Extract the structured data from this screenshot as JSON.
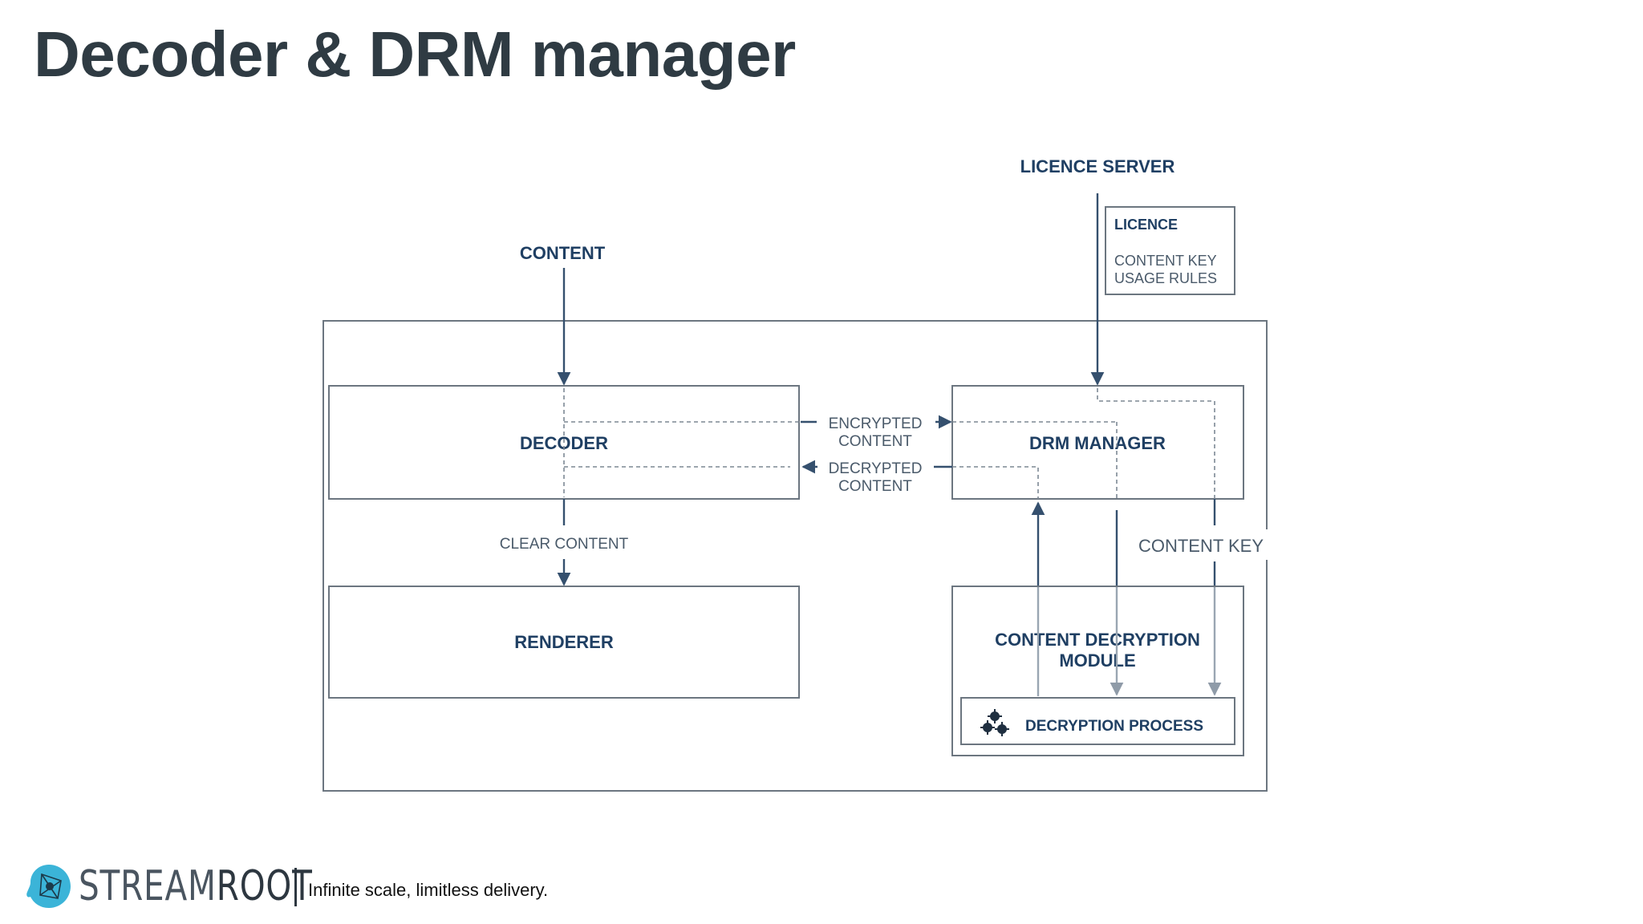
{
  "title": "Decoder & DRM manager",
  "diagram": {
    "content_label": "CONTENT",
    "licence_server_label": "LICENCE SERVER",
    "licence_box": {
      "heading": "LICENCE",
      "line1": "CONTENT KEY",
      "line2": "USAGE RULES"
    },
    "decoder_label": "DECODER",
    "drm_manager_label": "DRM MANAGER",
    "encrypted_line1": "ENCRYPTED",
    "encrypted_line2": "CONTENT",
    "decrypted_line1": "DECRYPTED",
    "decrypted_line2": "CONTENT",
    "clear_content_label": "CLEAR CONTENT",
    "renderer_label": "RENDERER",
    "cdm_line1": "CONTENT DECRYPTION",
    "cdm_line2": "MODULE",
    "decryption_process_label": "DECRYPTION PROCESS",
    "content_key_label": "CONTENT KEY",
    "decryption_icon": "gears-icon"
  },
  "footer": {
    "logo_icon": "streamroot-logo-icon",
    "brand_part1": "STREAM",
    "brand_part2": "ROOT",
    "tagline": "Infinite scale, limitless delivery."
  },
  "colors": {
    "title": "#2f3b43",
    "label_dark": "#1f3f63",
    "logo": "#3bb4d8"
  }
}
